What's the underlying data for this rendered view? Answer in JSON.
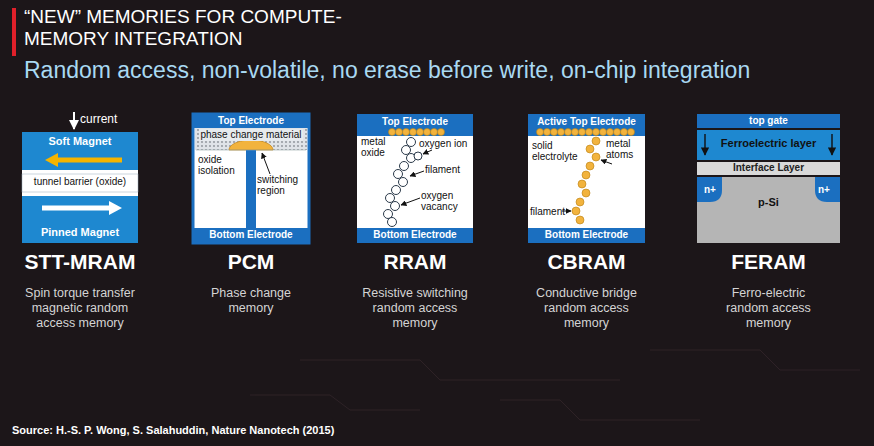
{
  "diagram": {
    "title": "“NEW” MEMORIES FOR COMPUTE-MEMORY INTEGRATION",
    "nodes": [
      {
        "text": [
          "current",
          "STT-MRAM",
          "Spin torque transfer magnetic random access memory"
        ]
      },
      {
        "text": [
          "Soft Magnet"
        ],
        "in": 0
      },
      {
        "text": [
          "tunnel barrier (oxide)"
        ],
        "in": 0
      },
      {
        "text": [
          "Pinned Magnet"
        ],
        "in": 0
      },
      {
        "text": [
          "phase change material",
          "oxide isolation",
          "switching region",
          "PCM",
          "Phase change memory"
        ]
      },
      {
        "text": [
          "Top Electrode"
        ],
        "in": 4
      },
      {
        "text": [
          "Bottom Electrode"
        ],
        "in": 4
      },
      {
        "text": [
          "metal oxide",
          "oxygen ion",
          "filament",
          "oxygen vacancy",
          "RRAM",
          "Resistive switching random access memory"
        ]
      },
      {
        "text": [
          "Top Electrode"
        ],
        "in": 7
      },
      {
        "text": [
          "Bottom Electrode"
        ],
        "in": 7
      },
      {
        "text": [
          "solid electrolyte",
          "metal atoms",
          "filament",
          "CBRAM",
          "Conductive bridge random access memory"
        ]
      },
      {
        "text": [
          "Active Top Electrode"
        ],
        "in": 10
      },
      {
        "text": [
          "Bottom Electrode"
        ],
        "in": 10
      },
      {
        "text": [
          "n+",
          "n+",
          "p-Si",
          "FERAM",
          "Ferro-electric random access memory"
        ]
      },
      {
        "text": [
          "top gate"
        ],
        "in": 13
      },
      {
        "text": [
          "Ferroelectric layer"
        ],
        "in": 13
      },
      {
        "text": [
          "Interface Layer"
        ],
        "in": 13
      }
    ],
    "labels": [
      "Random access, non-volatile, no erase before write, on-chip integration",
      "Source: H.-S. P. Wong, S. Salahuddin, Nature Nanotech (2015)"
    ]
  }
}
